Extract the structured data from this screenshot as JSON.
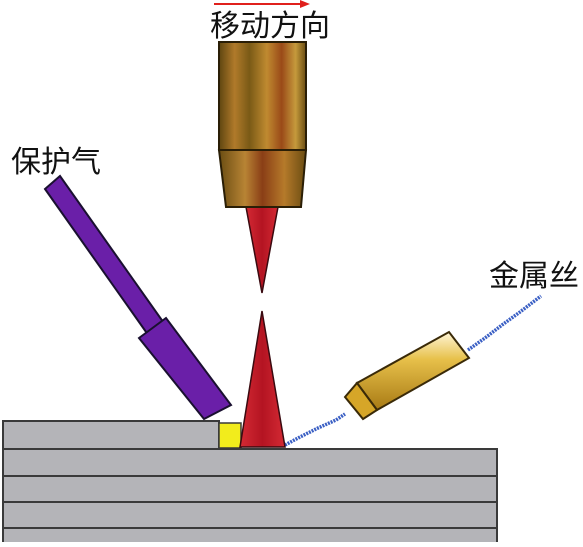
{
  "labels": {
    "movement_direction": "移动方向",
    "shielding_gas": "保护气",
    "metal_wire": "金属丝"
  },
  "colors": {
    "background": "#ffffff",
    "substrate_fill": "#b4b4b8",
    "substrate_line": "#3a3a3a",
    "torch_gold_dark": "#6e5412",
    "torch_gold_light": "#c9a24a",
    "torch_copper": "#a0521c",
    "arc_red": "#c81e2c",
    "gas_nozzle_purple": "#6a1fa8",
    "wire_blue": "#3a5fc4",
    "wire_feeder_gold": "#d6a628",
    "melt_pool_yellow": "#f2ec1c",
    "direction_arrow_red": "#e0201c"
  },
  "icons": {
    "direction_arrow": "arrow-right-icon"
  }
}
